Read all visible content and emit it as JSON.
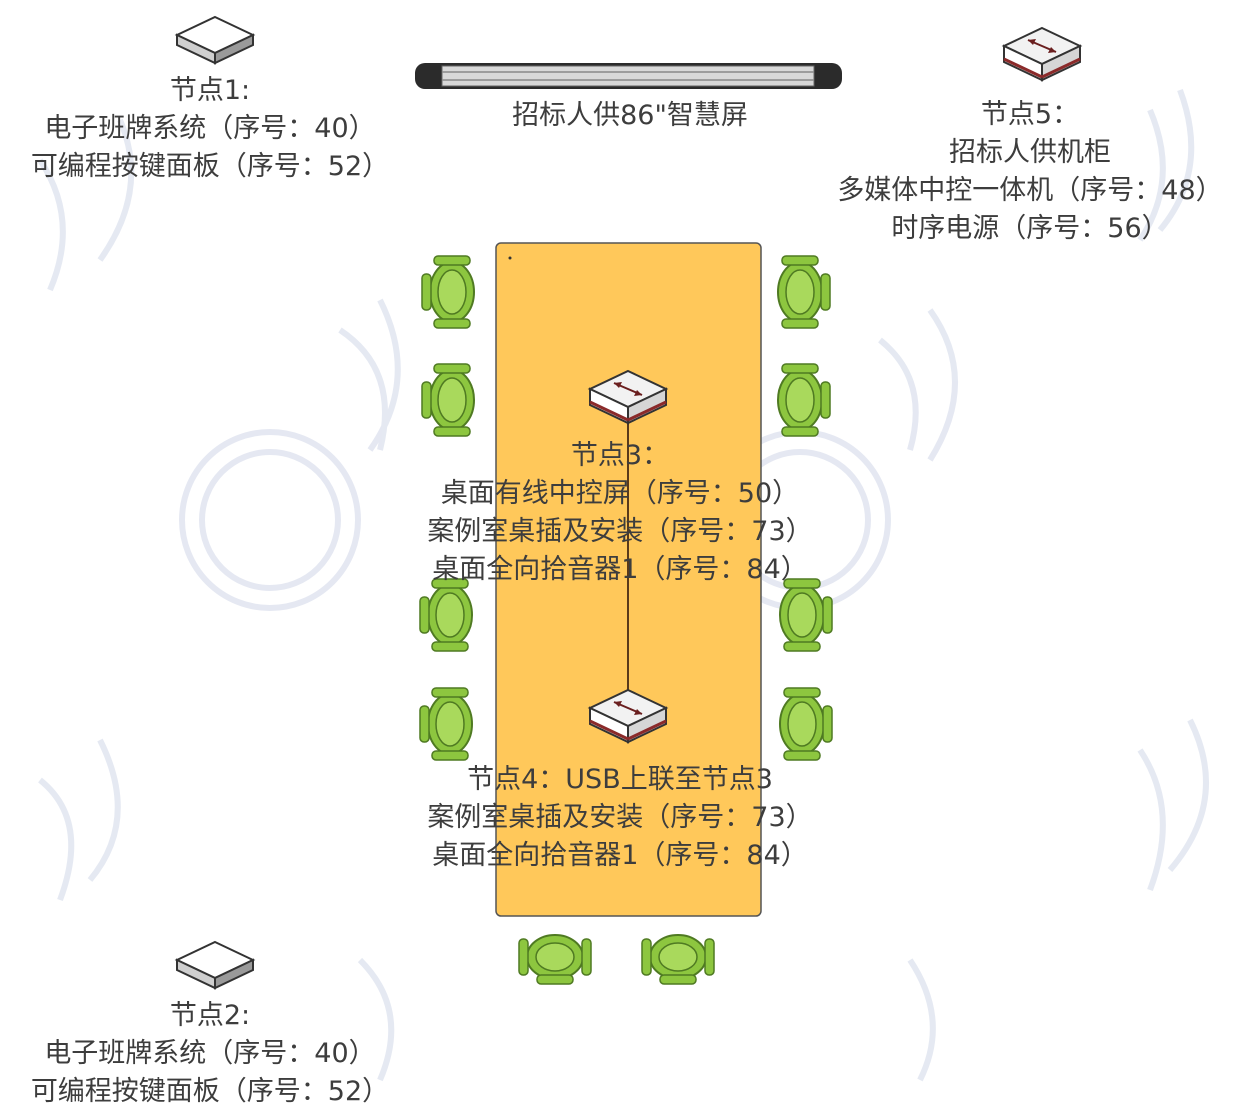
{
  "nodes": {
    "node1": {
      "lines": [
        "节点1:",
        "电子班牌系统（序号：40）",
        "可编程按键面板（序号：52）"
      ]
    },
    "node2": {
      "lines": [
        "节点2:",
        "电子班牌系统（序号：40）",
        "可编程按键面板（序号：52）"
      ]
    },
    "node3": {
      "lines": [
        "节点3：",
        "桌面有线中控屏（序号：50）",
        "案例室桌插及安装（序号：73）",
        "桌面全向拾音器1（序号：84）"
      ]
    },
    "node4": {
      "lines": [
        "节点4：USB上联至节点3",
        "案例室桌插及安装（序号：73）",
        "桌面全向拾音器1（序号：84）"
      ]
    },
    "node5": {
      "lines": [
        "节点5：",
        "招标人供机柜",
        "多媒体中控一体机（序号：48）",
        "时序电源（序号：56）"
      ]
    }
  },
  "screen": {
    "label": "招标人供86\"智慧屏"
  },
  "colors": {
    "table": "#FFC85A",
    "chair": "#8DC63F",
    "chair_dark": "#5E8E2A"
  },
  "icons": {
    "hub": "hub-icon",
    "switch": "switch-icon",
    "chair": "chair-icon",
    "screen": "smart-screen-icon"
  }
}
